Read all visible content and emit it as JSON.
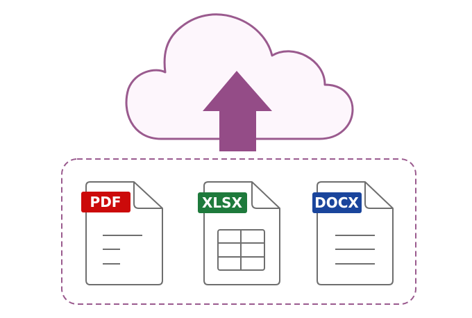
{
  "colors": {
    "cloud_stroke": "#9a5a8e",
    "cloud_fill": "#fdf6fc",
    "arrow": "#944c87",
    "dashed_border": "#9a5a8e",
    "doc_stroke": "#6e6e6e",
    "pdf_badge": "#cc0a0a",
    "xlsx_badge": "#1e7a3c",
    "docx_badge": "#1a459c"
  },
  "icons": {
    "cloud": "cloud-icon",
    "arrow": "upload-arrow-icon"
  },
  "files": [
    {
      "label": "PDF",
      "icon": "pdf-file-icon"
    },
    {
      "label": "XLSX",
      "icon": "xlsx-file-icon"
    },
    {
      "label": "DOCX",
      "icon": "docx-file-icon"
    }
  ]
}
